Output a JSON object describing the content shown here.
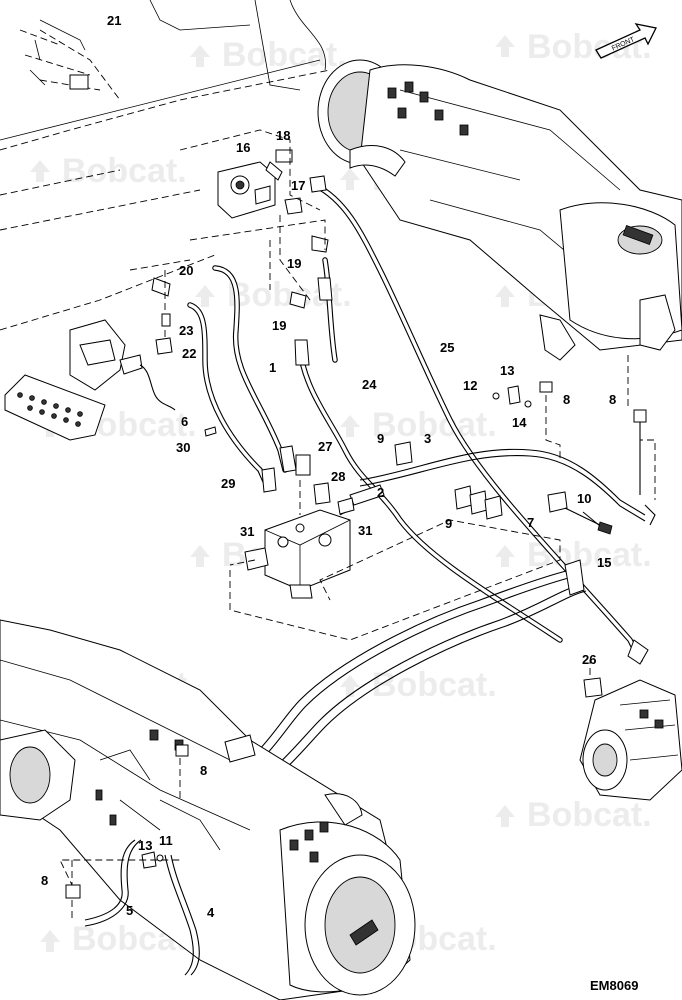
{
  "diagram": {
    "drawing_code": "EM8069",
    "watermark_text": "Bobcat.",
    "front_arrow_label": "FRONT",
    "callouts": [
      "1",
      "2",
      "3",
      "4",
      "5",
      "6",
      "7",
      "8",
      "9",
      "10",
      "11",
      "12",
      "13",
      "14",
      "15",
      "16",
      "17",
      "18",
      "19",
      "20",
      "21",
      "22",
      "23",
      "24",
      "25",
      "26",
      "27",
      "28",
      "29",
      "30",
      "31"
    ]
  }
}
